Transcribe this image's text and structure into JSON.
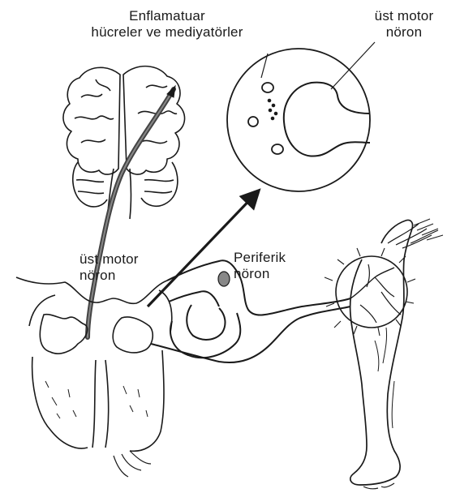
{
  "labels": {
    "inflammatory": {
      "line1": "Enflamatuar",
      "line2": "hücreler ve mediyatörler"
    },
    "upper_motor_neuron_top": {
      "line1": "üst motor",
      "line2": "nöron"
    },
    "upper_motor_neuron_mid": {
      "line1": "üst motor",
      "line2": "nöron"
    },
    "peripheral_neuron": {
      "line1": "Periferik",
      "line2": "nöron"
    }
  },
  "colors": {
    "ink": "#1a1a1a",
    "background": "#ffffff",
    "tract": "#555555"
  }
}
